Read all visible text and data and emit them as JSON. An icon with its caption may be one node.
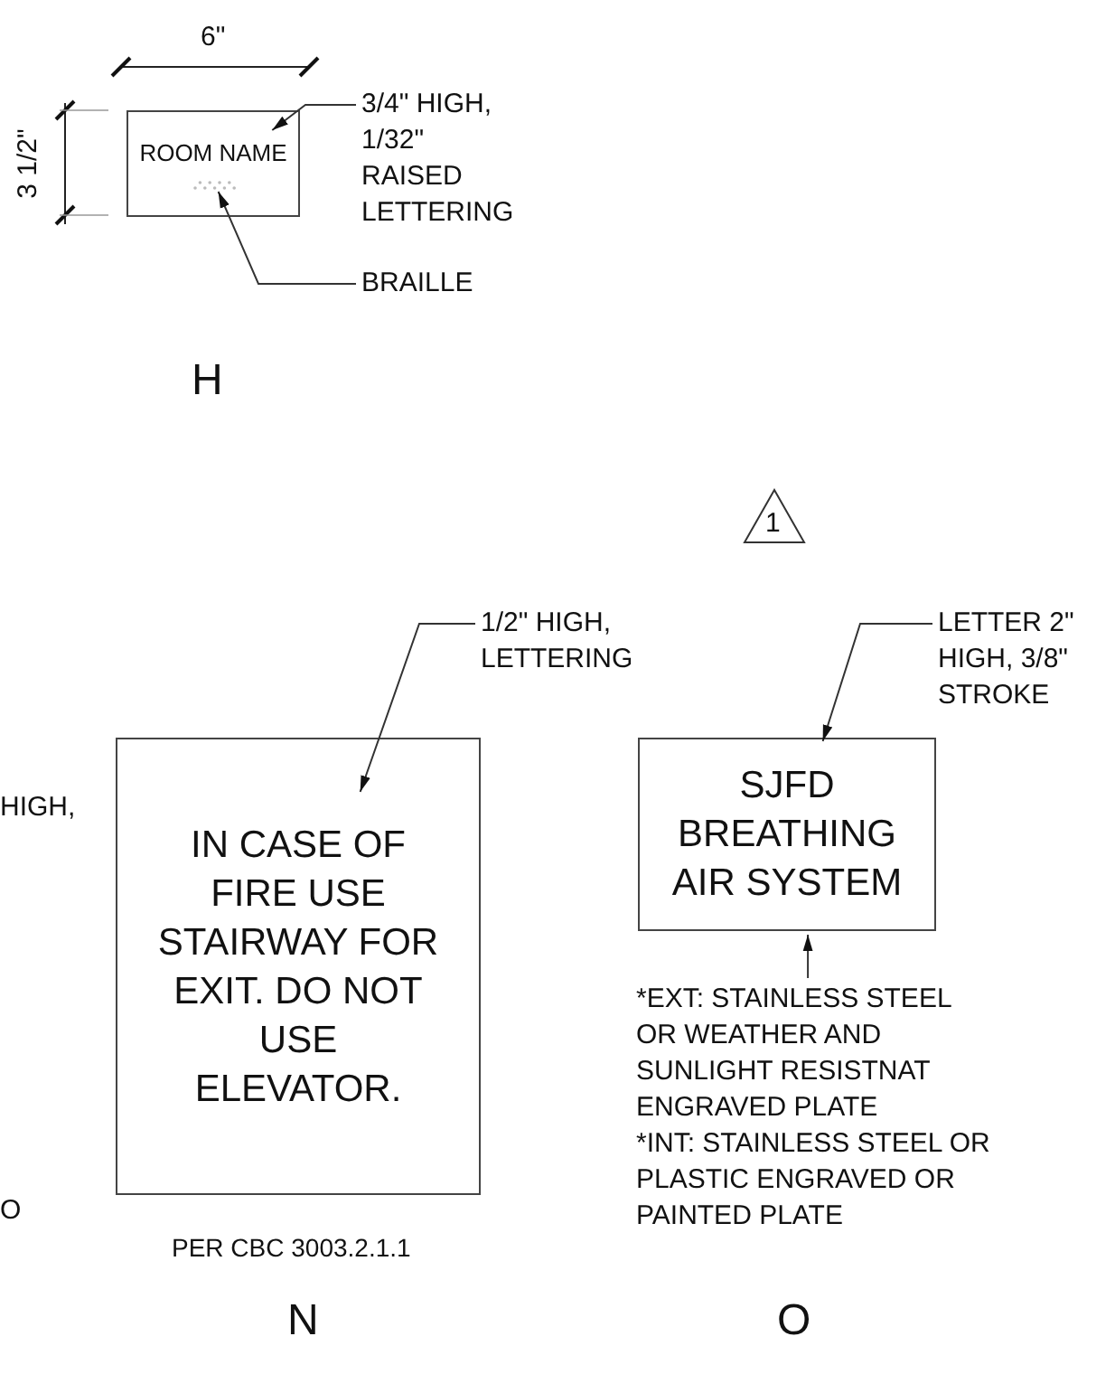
{
  "diagram": {
    "nodes": [
      {
        "text": [
          "ROOM NAME"
        ]
      },
      {
        "text": [],
        "shape": "dots",
        "in": 0
      },
      {
        "text": [
          "3/4\" HIGH, 1/32\" RAISED LETTERING"
        ]
      },
      {
        "text": [
          "BRAILLE"
        ]
      },
      {
        "text": [
          "1"
        ]
      },
      {
        "text": [
          "IN CASE OF FIRE USE STAIRWAY FOR EXIT. DO NOT USE ELEVATOR."
        ]
      },
      {
        "text": [
          "1/2\" HIGH, LETTERING"
        ]
      },
      {
        "text": [
          "LETTER 2\" HIGH, 3/8\" STROKE"
        ]
      },
      {
        "text": [
          "SJFD BREATHING AIR SYSTEM"
        ]
      },
      {
        "text": [
          "*EXT: STAINLESS STEEL OR WEATHER AND SUNLIGHT RESISTNAT ENGRAVED PLATE",
          "*INT: STAINLESS STEEL OR PLASTIC ENGRAVED OR PAINTED PLATE"
        ]
      }
    ],
    "edges": [
      {
        "from": 2,
        "to": 0,
        "arrow": "to"
      },
      {
        "from": 3,
        "to": 1,
        "arrow": "to"
      },
      {
        "from": 6,
        "to": 5,
        "arrow": "to"
      },
      {
        "from": 7,
        "to": 8,
        "arrow": "to"
      },
      {
        "from": 9,
        "to": 8,
        "arrow": "to"
      }
    ],
    "labels": [
      "6\"",
      "3 1/2\"",
      "H",
      "HIGH,",
      "O",
      "PER CBC 3003.2.1.1",
      "N",
      "O"
    ]
  }
}
